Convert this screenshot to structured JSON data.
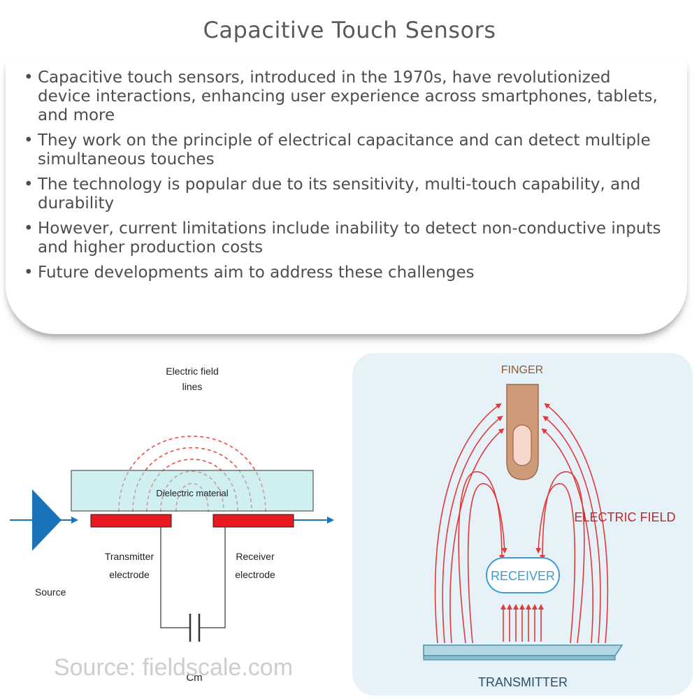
{
  "page": {
    "title": "Capacitive Touch Sensors"
  },
  "bullets": [
    "Capacitive touch sensors, introduced in the 1970s, have revolutionized device interactions, enhancing user experience across smartphones, tablets, and more",
    "They work on the principle of electrical capacitance and can detect multiple simultaneous touches",
    "The technology is popular due to its sensitivity, multi-touch capability, and durability",
    "However, current limitations include inability to detect non-conductive inputs and higher production costs",
    "Future developments aim to address these challenges"
  ],
  "left_diagram": {
    "field_label_line1": "Electric field",
    "field_label_line2": "lines",
    "dielectric": "Dielectric material",
    "tx_line1": "Transmitter",
    "tx_line2": "electrode",
    "rx_line1": "Receiver",
    "rx_line2": "electrode",
    "source": "Source",
    "capacitor": "Cm",
    "watermark": "Source: fieldscale.com"
  },
  "right_diagram": {
    "finger": "FINGER",
    "electric_field": "ELECTRIC FIELD",
    "receiver": "RECEIVER",
    "transmitter": "TRANSMITTER"
  },
  "colors": {
    "glass": "#a8e2e6",
    "electrode": "#e8191f",
    "source": "#1a73b8",
    "field_line": "#ee4a4a",
    "panel_bg": "#e6f1f8",
    "receiver_text": "#3f9bd5"
  }
}
